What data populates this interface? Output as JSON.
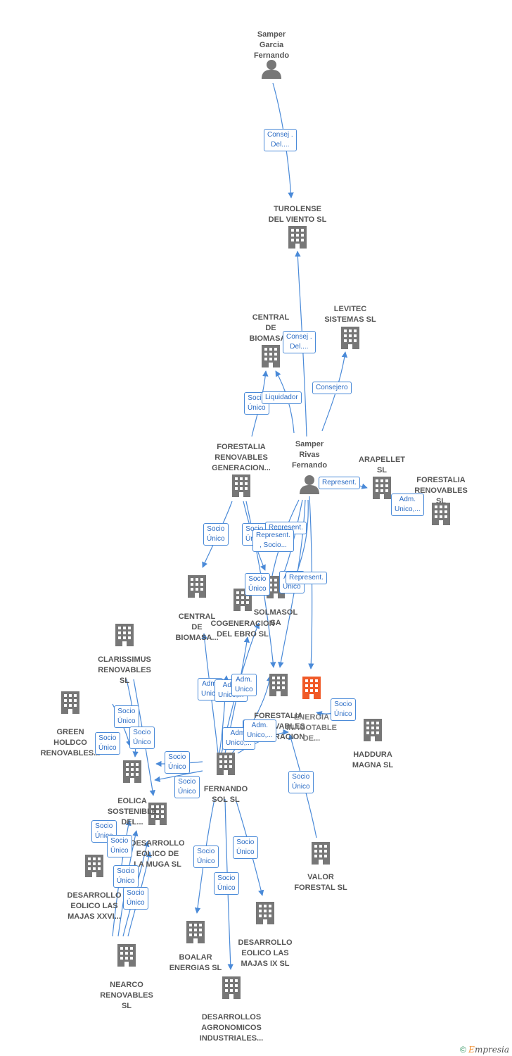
{
  "nodes": [
    {
      "id": "samper_garcia",
      "kind": "person",
      "label": "Samper\nGarcia\nFernando"
    },
    {
      "id": "turolense",
      "kind": "company",
      "label": "TUROLENSE\nDEL VIENTO SL"
    },
    {
      "id": "central_biomasa_top",
      "kind": "company",
      "label": "CENTRAL\nDE\nBIOMASA..."
    },
    {
      "id": "levitec",
      "kind": "company",
      "label": "LEVITEC\nSISTEMAS SL"
    },
    {
      "id": "forestalia_gen",
      "kind": "company",
      "label": "FORESTALIA\nRENOVABLES\nGENERACION..."
    },
    {
      "id": "samper_rivas",
      "kind": "person",
      "label": "Samper\nRivas\nFernando"
    },
    {
      "id": "arapellet",
      "kind": "company",
      "label": "ARAPELLET\nSL"
    },
    {
      "id": "forestalia_sl",
      "kind": "company",
      "label": "FORESTALIA\nRENOVABLES\nSL"
    },
    {
      "id": "central_biomasa_mid",
      "kind": "company",
      "label": "CENTRAL\nDE\nBIOMASA..."
    },
    {
      "id": "cogeneracion",
      "kind": "company",
      "label": "COGENERACION\nDEL EBRO SL"
    },
    {
      "id": "solmasol",
      "kind": "company",
      "label": "SOLMASOL\nSA"
    },
    {
      "id": "clarissimus",
      "kind": "company",
      "label": "CLARISSIMUS\nRENOVABLES\nSL"
    },
    {
      "id": "green_holdco",
      "kind": "company",
      "label": "GREEN\nHOLDCO\nRENOVABLES..."
    },
    {
      "id": "forestalia_ren2",
      "kind": "company",
      "label": "FORESTALIA\nRENOVABLES\nGENERACION"
    },
    {
      "id": "energia",
      "kind": "focus",
      "label": "ENERGIA\nINAGOTABLE\nDE..."
    },
    {
      "id": "haddura",
      "kind": "company",
      "label": "HADDURA\nMAGNA SL"
    },
    {
      "id": "eolica",
      "kind": "company",
      "label": "EOLICA\nSOSTENIBLE\nDEL..."
    },
    {
      "id": "fernando_sol",
      "kind": "company",
      "label": "FERNANDO\nSOL SL"
    },
    {
      "id": "desarrollo_muga",
      "kind": "company",
      "label": "DESARROLLO\nEOLICO DE\nLA MUGA SL"
    },
    {
      "id": "desarrollo_xxvi",
      "kind": "company",
      "label": "DESARROLLO\nEOLICO LAS\nMAJAS XXVI..."
    },
    {
      "id": "valor_forestal",
      "kind": "company",
      "label": "VALOR\nFORESTAL SL"
    },
    {
      "id": "desarrollo_ix",
      "kind": "company",
      "label": "DESARROLLO\nEOLICO LAS\nMAJAS IX SL"
    },
    {
      "id": "boalar",
      "kind": "company",
      "label": "BOALAR\nENERGIAS SL"
    },
    {
      "id": "nearco",
      "kind": "company",
      "label": "NEARCO\nRENOVABLES\nSL"
    },
    {
      "id": "desarrollos_agro",
      "kind": "company",
      "label": "DESARROLLOS\nAGRONOMICOS\nINDUSTRIALES..."
    }
  ],
  "edge_labels": [
    {
      "text": "Consej .\nDel...."
    },
    {
      "text": "Consej .\nDel...."
    },
    {
      "text": "Consejero"
    },
    {
      "text": "Socio\nÚnico"
    },
    {
      "text": "Liquidador"
    },
    {
      "text": "Represent."
    },
    {
      "text": "Adm.\nUnico,..."
    },
    {
      "text": "Socio\nÚnico"
    },
    {
      "text": "Socio\nÚnico"
    },
    {
      "text": "Represent."
    },
    {
      "text": "Represent.\n, Socio..."
    },
    {
      "text": "Socio\nÚnico"
    },
    {
      "text": "Adm.\nUnico"
    },
    {
      "text": "Represent."
    },
    {
      "text": "Adm.\nUnico"
    },
    {
      "text": "Adm.\nUnico,..."
    },
    {
      "text": "Adm.\nUnico"
    },
    {
      "text": "Socio\nÚnico"
    },
    {
      "text": "Adm.\nUnico,..."
    },
    {
      "text": "Adm.\nUnico,..."
    },
    {
      "text": "Socio\nÚnico"
    },
    {
      "text": "Socio\nÚnico"
    },
    {
      "text": "Socio\nÚnico"
    },
    {
      "text": "Socio\nÚnico"
    },
    {
      "text": "Socio\nÚnico"
    },
    {
      "text": "Socio\nÚnico"
    },
    {
      "text": "Socio\nÚnico"
    },
    {
      "text": "Socio\nÚnico"
    },
    {
      "text": "Socio\nÚnico"
    },
    {
      "text": "Socio\nÚnico"
    },
    {
      "text": "Socio\nÚnico"
    },
    {
      "text": "Socio\nÚnico"
    },
    {
      "text": "Socio\nÚnico"
    },
    {
      "text": "Socio\nÚnico"
    }
  ],
  "colors": {
    "edge": "#4a8ad8",
    "building": "#777777",
    "focus": "#f05a28",
    "person": "#777777"
  },
  "footer": {
    "copyright": "©",
    "brand_first": "E",
    "brand_rest": "mpresia"
  }
}
